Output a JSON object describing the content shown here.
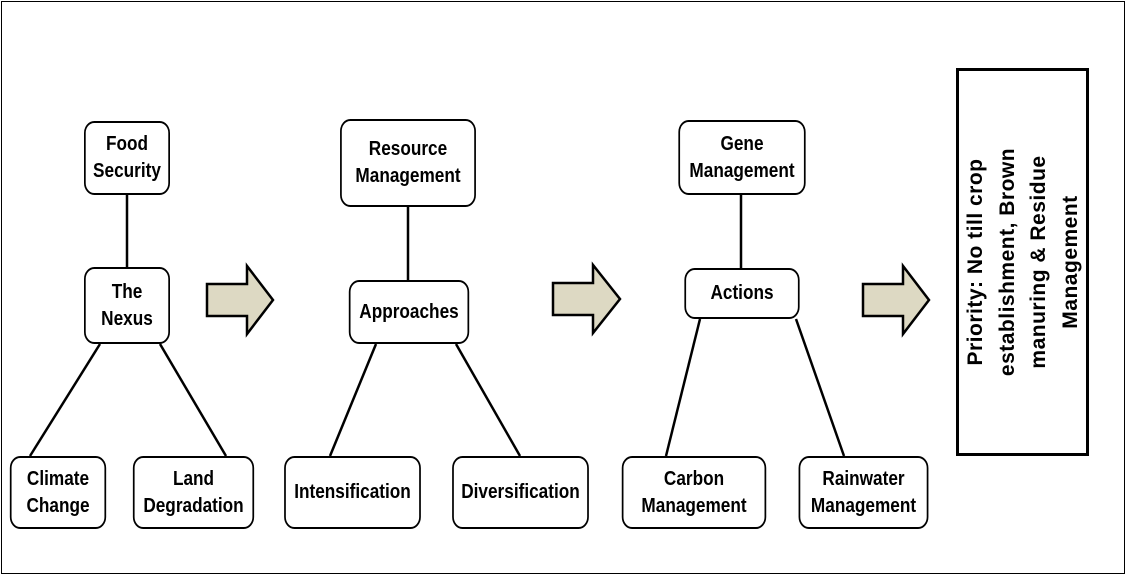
{
  "group1": {
    "top": "Food\nSecurity",
    "hub": "The\nNexus",
    "left": "Climate\nChange",
    "right": "Land\nDegradation"
  },
  "group2": {
    "top": "Resource\nManagement",
    "hub": "Approaches",
    "left": "Intensification",
    "right": "Diversification"
  },
  "group3": {
    "top": "Gene\nManagement",
    "hub": "Actions",
    "left": "Carbon\nManagement",
    "right": "Rainwater\nManagement"
  },
  "priority": "Priority: No till crop\nestablishment, Brown\nmanuring & Residue\nManagement",
  "colors": {
    "arrow_fill": "#ddd9c3",
    "stroke": "#000000"
  }
}
